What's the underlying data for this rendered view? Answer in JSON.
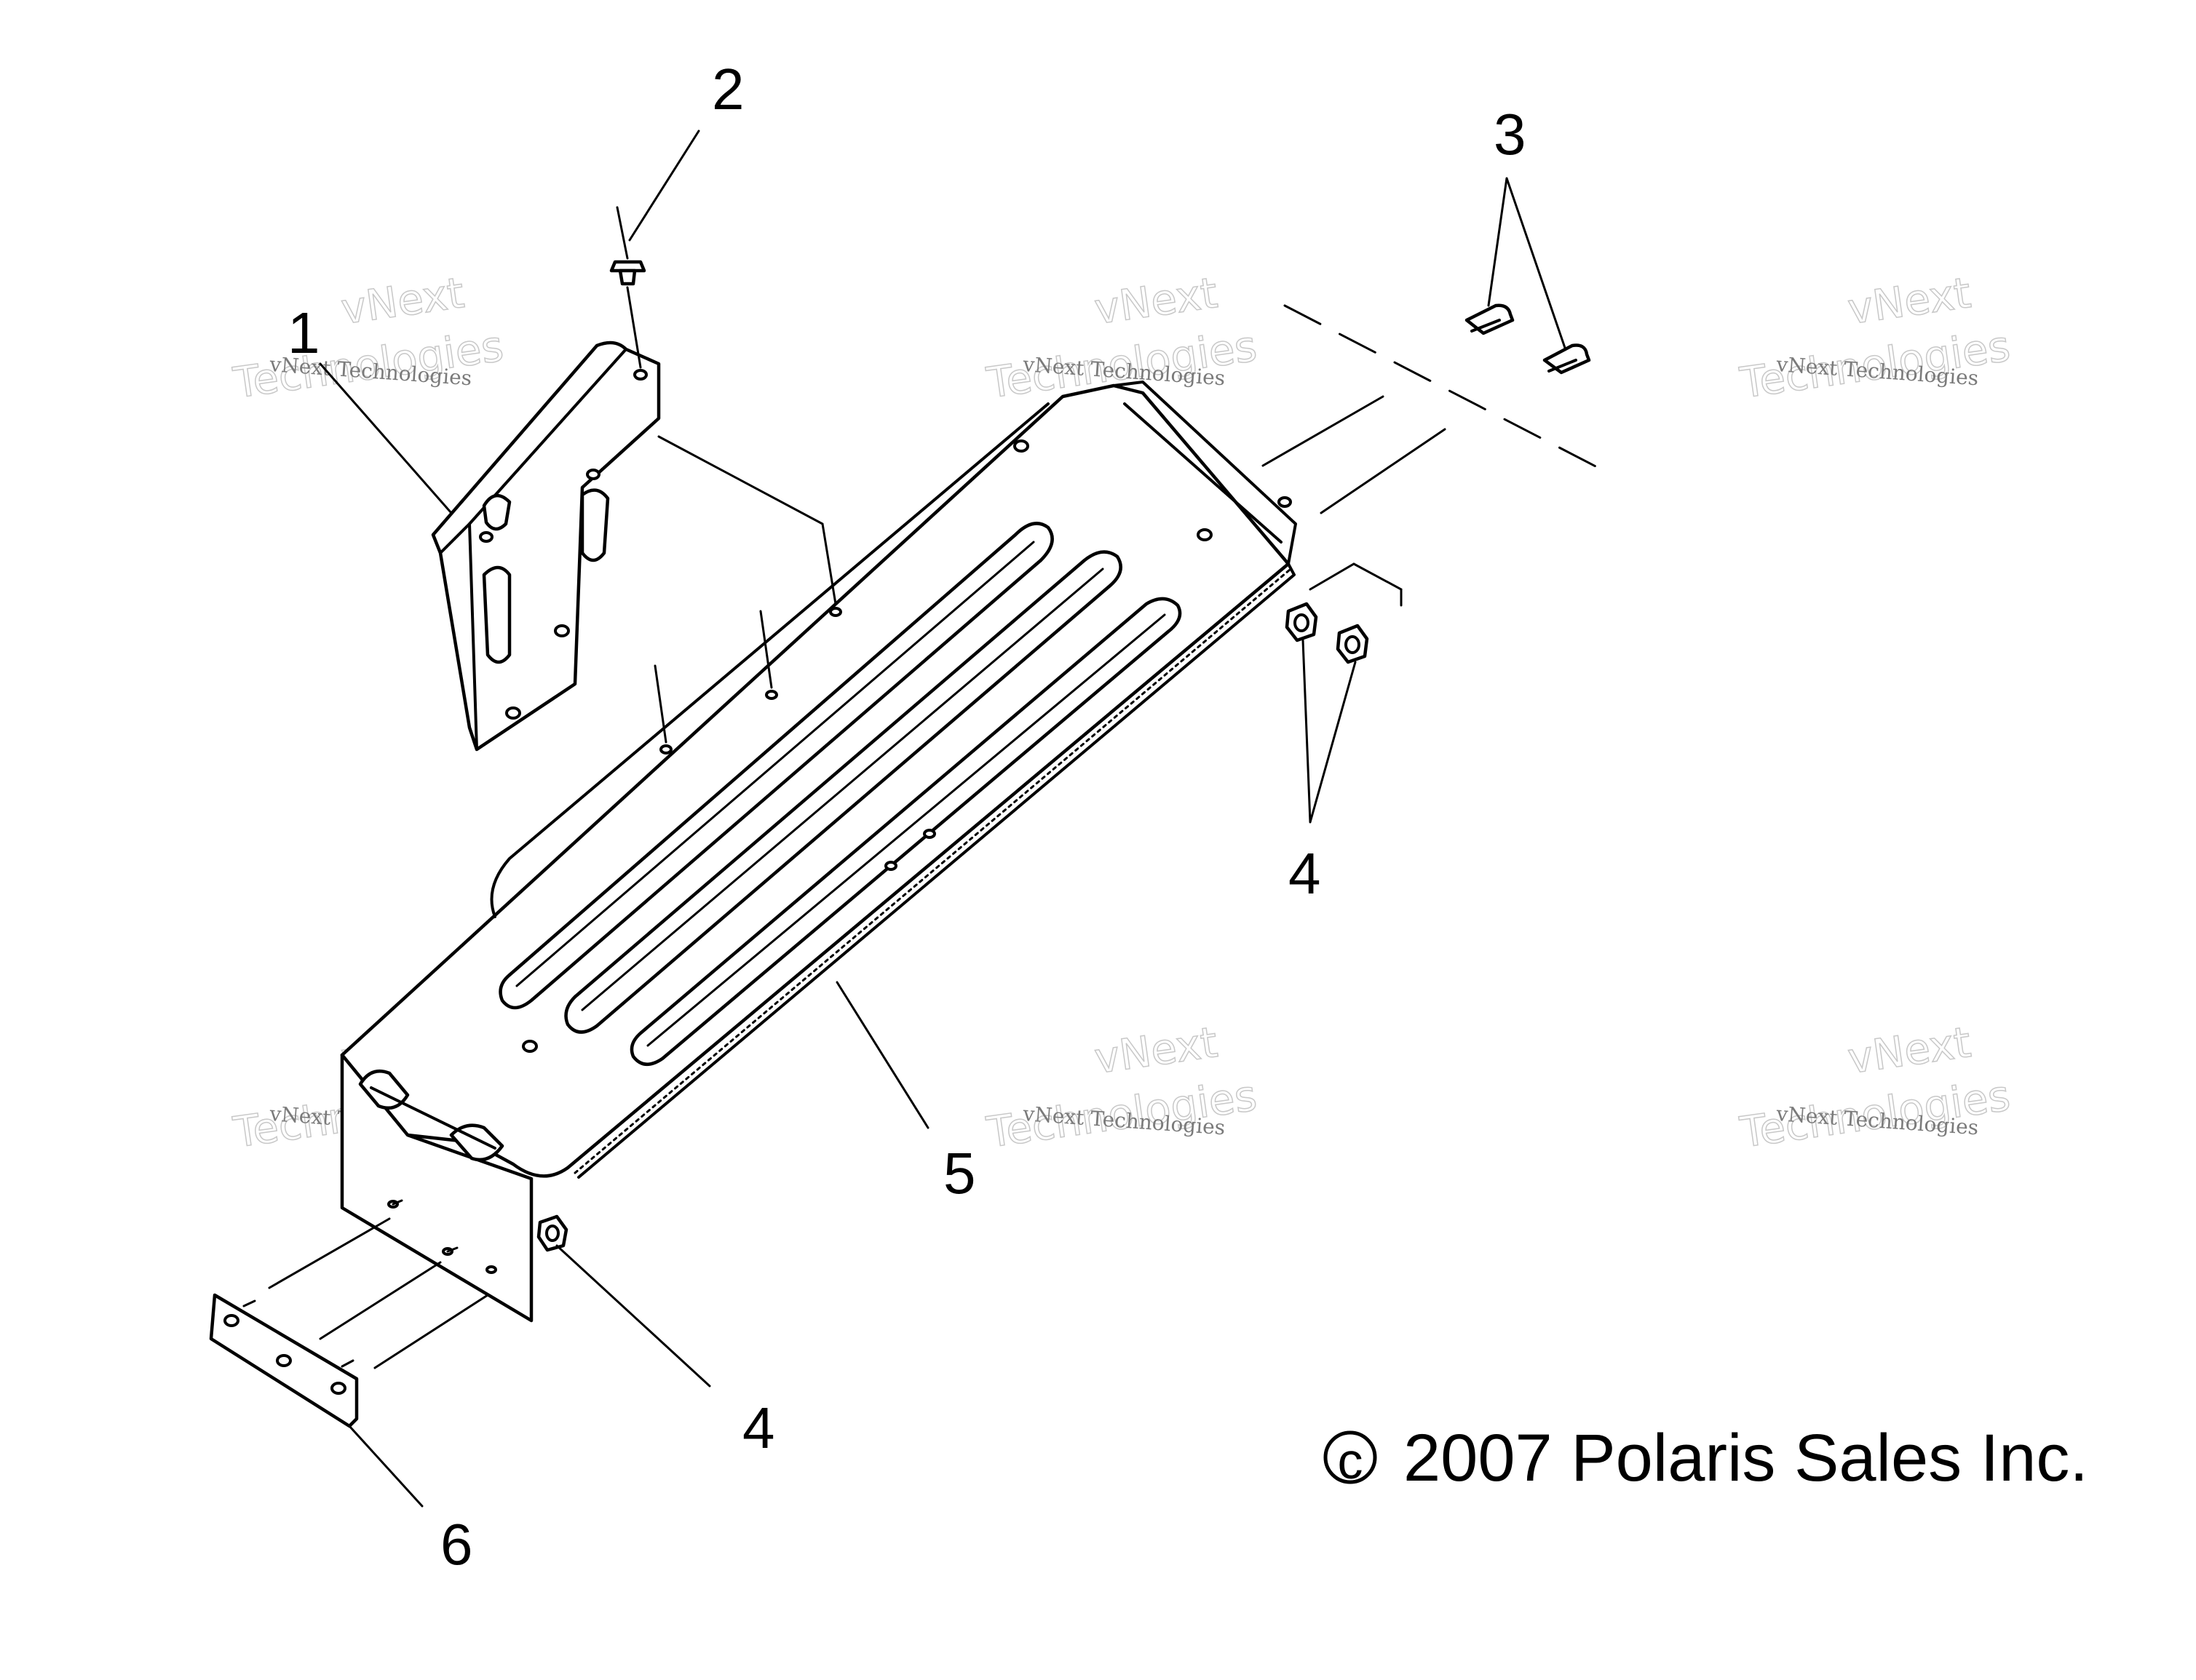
{
  "callouts": [
    {
      "id": "1",
      "label": "1"
    },
    {
      "id": "2",
      "label": "2"
    },
    {
      "id": "3",
      "label": "3"
    },
    {
      "id": "4a",
      "label": "4"
    },
    {
      "id": "4b",
      "label": "4"
    },
    {
      "id": "5",
      "label": "5"
    },
    {
      "id": "6",
      "label": "6"
    }
  ],
  "copyright": "2007 Polaris Sales Inc.",
  "copyright_symbol": "c",
  "watermark": {
    "line1": "vNext Technologies",
    "line2": "vNext",
    "line3": "Technologies"
  }
}
